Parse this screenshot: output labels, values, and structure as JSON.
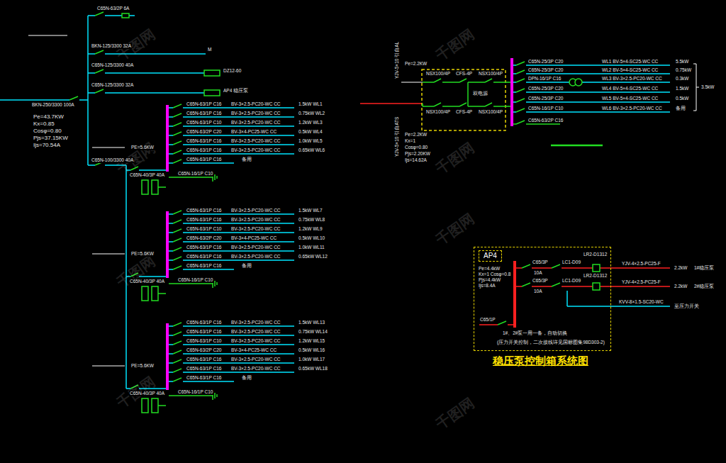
{
  "diagram": {
    "title": "稳压泵控制箱系统图",
    "nodes": [
      {
        "text": [
          "AP4",
          "Pe=4.4kW Kx=1 Cosφ=0.8 Pjs=4.4kW Ijs=8.4A"
        ]
      }
    ],
    "labels": [
      "C65N-63/2P 6A",
      "BKN-125/3300 32A",
      "M",
      "C65N-125/3300 40A",
      "DZ12-60",
      "C65N-125/3300 32A",
      "AP4 稳压泵",
      "BKN-250/3300 100A",
      "Pe=43.7KW",
      "Kx=0.85",
      "Cosφ=0.80",
      "Pjs=37.15KW",
      "Ijs=70.54A",
      "C65N-100/3300 40A",
      "PE=5.6KW",
      "C65N-63/1P C16",
      "BV-3×2.5-PC20-WC CC",
      "1.5kW WL1",
      "C65N-63/1P C16",
      "BV-3×2.5-PC20-WC CC",
      "0.75kW WL2",
      "C65N-63/1P C10",
      "BV-3×2.5-PC20-WC CC",
      "1.2kW WL3",
      "C65N-63/2P C20",
      "BV-3×4-PC25-WC CC",
      "0.5kW WL4",
      "C65N-63/1P C16",
      "BV-3×2.5-PC20-WC CC",
      "1.0kW WL5",
      "C65N-63/1P C16",
      "BV-3×2.5-PC20-WC CC",
      "0.65kW WL6",
      "C65N-63/1P C16",
      "备用",
      "C65N-40/3P 40A",
      "C65N-16/1P C10",
      "PE=5.6KW",
      "C65N-63/1P C16",
      "BV-3×2.5-PC20-WC CC",
      "1.5kW WL7",
      "C65N-63/1P C16",
      "BV-3×2.5-PC20-WC CC",
      "0.75kW WL8",
      "C65N-63/1P C10",
      "BV-3×2.5-PC20-WC CC",
      "1.2kW WL9",
      "C65N-63/2P C20",
      "BV-3×4-PC25-WC CC",
      "0.5kW WL10",
      "C65N-63/1P C16",
      "BV-3×2.5-PC20-WC CC",
      "1.0kW WL11",
      "C65N-63/1P C16",
      "BV-3×2.5-PC20-WC CC",
      "0.65kW WL12",
      "C65N-63/1P C16",
      "备用",
      "C65N-40/3P 40A",
      "C65N-16/1P C10",
      "PE=5.6KW",
      "C65N-63/1P C16",
      "BV-3×2.5-PC20-WC CC",
      "1.5kW WL13",
      "C65N-63/1P C16",
      "BV-3×2.5-PC20-WC CC",
      "0.75kW WL14",
      "C65N-63/1P C10",
      "BV-3×2.5-PC20-WC CC",
      "1.2kW WL15",
      "C65N-63/2P C20",
      "BV-3×4-PC25-WC CC",
      "0.5kW WL16",
      "C65N-63/1P C16",
      "BV-3×2.5-PC20-WC CC",
      "1.0kW WL17",
      "C65N-63/1P C16",
      "BV-3×2.5-PC20-WC CC",
      "0.65kW WL18",
      "C65N-63/1P C16",
      "备用",
      "C65N-40/3P 40A",
      "C65N-16/1P C10",
      "Pe=2.2KW",
      "YJV-5×10 引自AL",
      "YJV-5×10 引自ATS",
      "NSX100/4P",
      "CFS-4P",
      "NSX100/4P",
      "双电源",
      "NSX100/4P",
      "CFS-4P",
      "NSX100/4P",
      "Pe=2.2KW",
      "Kx=1",
      "Cosφ=0.80",
      "Pjs=2.20KW",
      "Ijs=14.62A",
      "C65N-25/3P C20",
      "WL1 BV-5×4-SC25-WC CC",
      "5.5kW",
      "C65N-25/3P C20",
      "WL2 BV-5×4-SC25-WC CC",
      "0.75kW",
      "DPN-16/1P C16",
      "WL3 BV-3×2.5-PC20-WC CC",
      "0.3kW",
      "C65N-25/3P C20",
      "WL4 BV-5×4-SC25-WC CC",
      "1.5kW",
      "C65N-25/3P C20",
      "WL5 BV-5×4-SC25-WC CC",
      "0.5kW",
      "C65N-16/1P C10",
      "WL6 BV-3×2.5-PC20-WC CC",
      "备用",
      "3.5kW",
      "C65N-63/2P C16",
      "C65/3P",
      "10A",
      "LC1-D09",
      "LR2-D1312",
      "C65/3P",
      "10A",
      "LC1-D09",
      "LR2-D1312",
      "YJV-4×2.5-PC25-F",
      "2.2kW",
      "1#稳压泵",
      "YJV-4×2.5-PC25-F",
      "2.2kW",
      "2#稳压泵",
      "KVV-8×1.5-SC20-WC",
      "至压力开关",
      "C65/1P",
      "1#、2#泵一用一备，自动切换",
      "(压力开关控制，二次接线详见国标图集98D303-2)",
      "千图网",
      "千图网",
      "千图网",
      "千图网",
      "千图网",
      "千图网",
      "千图网",
      "千图网"
    ]
  }
}
